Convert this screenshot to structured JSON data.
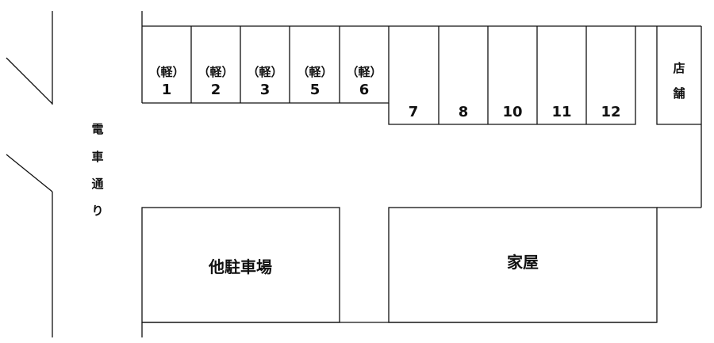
{
  "road_label_chars": [
    "電",
    "車",
    "通",
    "り"
  ],
  "light_prefix": "（軽）",
  "spaces_top": [
    {
      "number": "1",
      "light": true
    },
    {
      "number": "2",
      "light": true
    },
    {
      "number": "3",
      "light": true
    },
    {
      "number": "5",
      "light": true
    },
    {
      "number": "6",
      "light": true
    }
  ],
  "spaces_lower": [
    {
      "number": "7"
    },
    {
      "number": "8"
    },
    {
      "number": "10"
    },
    {
      "number": "11"
    },
    {
      "number": "12"
    }
  ],
  "store_chars": [
    "店",
    "舗"
  ],
  "other_parking": "他駐車場",
  "house": "家屋",
  "colors": {
    "line": "#111111",
    "background": "#ffffff"
  }
}
